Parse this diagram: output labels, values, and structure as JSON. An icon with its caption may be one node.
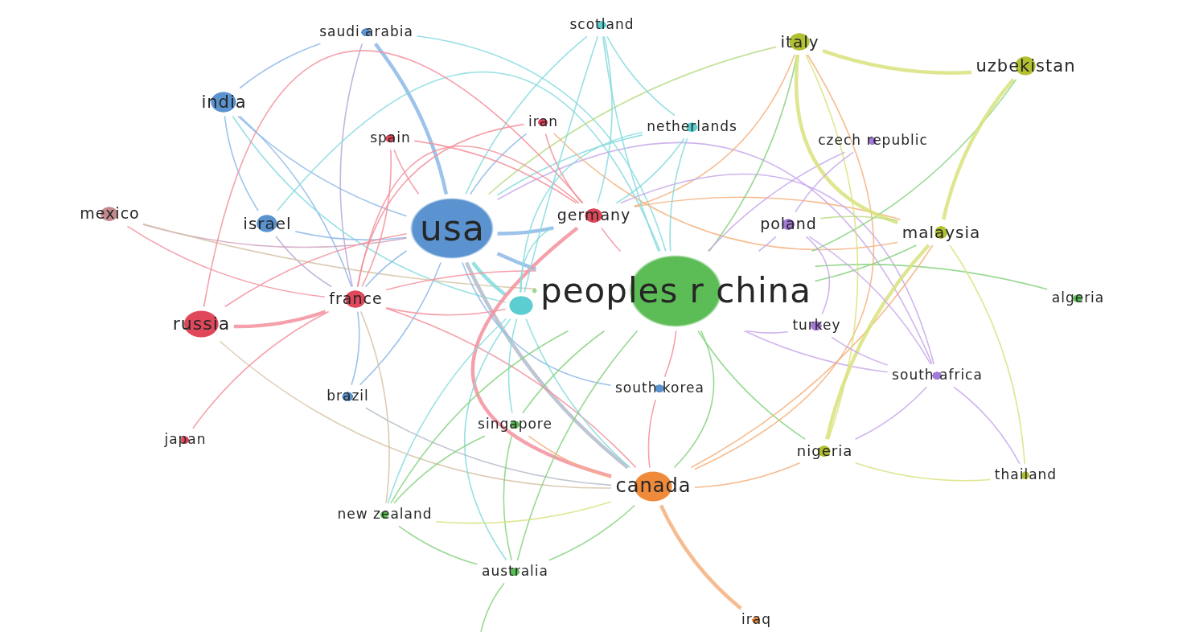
{
  "diagram": {
    "nodes": [
      {
        "text": [
          "scotland"
        ]
      },
      {
        "text": [
          "saudi arabia"
        ]
      },
      {
        "text": [
          "italy"
        ]
      },
      {
        "text": [
          "uzbekistan"
        ]
      },
      {
        "text": [
          "india"
        ]
      },
      {
        "text": [
          "iran"
        ]
      },
      {
        "text": [
          "netherlands"
        ]
      },
      {
        "text": [
          "spain"
        ]
      },
      {
        "text": [
          "czech republic"
        ]
      },
      {
        "text": [
          "mexico"
        ]
      },
      {
        "text": [
          "germany"
        ]
      },
      {
        "text": [
          "israel"
        ]
      },
      {
        "text": [
          "poland"
        ]
      },
      {
        "text": [
          "usa"
        ]
      },
      {
        "text": [
          "malaysia"
        ]
      },
      {
        "text": [
          "peoples r china"
        ]
      },
      {
        "text": [
          "algeria"
        ]
      },
      {
        "text": [
          "france"
        ]
      },
      {
        "text": [],
        "shape": "circle"
      },
      {
        "text": [
          "russia"
        ]
      },
      {
        "text": [
          "turkey"
        ]
      },
      {
        "text": [
          "south africa"
        ]
      },
      {
        "text": [
          "south korea"
        ]
      },
      {
        "text": [
          "brazil"
        ]
      },
      {
        "text": [
          "singapore"
        ]
      },
      {
        "text": [
          "japan"
        ]
      },
      {
        "text": [
          "nigeria"
        ]
      },
      {
        "text": [
          "thailand"
        ]
      },
      {
        "text": [
          "canada"
        ]
      },
      {
        "text": [
          "new zealand"
        ]
      },
      {
        "text": [
          "australia"
        ]
      },
      {
        "text": [
          "iraq"
        ]
      }
    ],
    "edges": [
      {
        "from": 1,
        "to": 13,
        "arrow": "none",
        "style": "thick",
        "color": "#8cb8e8"
      },
      {
        "from": 1,
        "to": 4,
        "arrow": "none",
        "color": "#8cb8e8"
      },
      {
        "from": 1,
        "to": 17,
        "arrow": "none",
        "color": "#b9a8d8"
      },
      {
        "from": 1,
        "to": 15,
        "arrow": "none",
        "color": "#86dade"
      },
      {
        "from": 4,
        "to": 13,
        "arrow": "none",
        "color": "#8cb8e8"
      },
      {
        "from": 4,
        "to": 11,
        "arrow": "none",
        "color": "#8cb8e8"
      },
      {
        "from": 4,
        "to": 17,
        "arrow": "none",
        "color": "#8cb8e8"
      },
      {
        "from": 4,
        "to": 18,
        "arrow": "none",
        "color": "#86dade"
      },
      {
        "from": 11,
        "to": 13,
        "arrow": "none",
        "color": "#8cb8e8"
      },
      {
        "from": 11,
        "to": 17,
        "arrow": "none",
        "color": "#b9a8d8"
      },
      {
        "from": 11,
        "to": 15,
        "arrow": "none",
        "color": "#86dade"
      },
      {
        "from": 9,
        "to": 13,
        "arrow": "none",
        "color": "#cfa4bf"
      },
      {
        "from": 9,
        "to": 17,
        "arrow": "none",
        "color": "#f3909c"
      },
      {
        "from": 9,
        "to": 15,
        "arrow": "none",
        "color": "#d6c2a4"
      },
      {
        "from": 13,
        "to": 10,
        "arrow": "none",
        "style": "thick",
        "color": "#8cb8e8"
      },
      {
        "from": 13,
        "to": 15,
        "arrow": "none",
        "style": "thick",
        "color": "#8cb8e8"
      },
      {
        "from": 13,
        "to": 18,
        "arrow": "none",
        "style": "thick",
        "color": "#86dade"
      },
      {
        "from": 13,
        "to": 17,
        "arrow": "none",
        "color": "#8cb8e8"
      },
      {
        "from": 13,
        "to": 28,
        "arrow": "none",
        "style": "thick",
        "color": "#b4bccb"
      },
      {
        "from": 13,
        "to": 23,
        "arrow": "none",
        "color": "#8cb8e8"
      },
      {
        "from": 13,
        "to": 22,
        "arrow": "none",
        "color": "#8cb8e8"
      },
      {
        "from": 7,
        "to": 13,
        "arrow": "none",
        "color": "#f3909c"
      },
      {
        "from": 5,
        "to": 13,
        "arrow": "none",
        "color": "#8cb8e8"
      },
      {
        "from": 19,
        "to": 13,
        "arrow": "none",
        "color": "#f3909c"
      },
      {
        "from": 2,
        "to": 13,
        "arrow": "none",
        "color": "#b8dc86"
      },
      {
        "from": 6,
        "to": 13,
        "arrow": "none",
        "color": "#86dade"
      },
      {
        "from": 0,
        "to": 13,
        "arrow": "none",
        "color": "#86dade"
      },
      {
        "from": 13,
        "to": 21,
        "arrow": "none",
        "color": "#c8a8ea"
      },
      {
        "from": 23,
        "to": 17,
        "arrow": "none",
        "color": "#8cb8e8"
      },
      {
        "from": 23,
        "to": 28,
        "arrow": "none",
        "color": "#b4bccb"
      },
      {
        "from": 22,
        "to": 15,
        "arrow": "none",
        "color": "#f3909c"
      },
      {
        "from": 22,
        "to": 28,
        "arrow": "none",
        "color": "#f3909c"
      },
      {
        "from": 19,
        "to": 17,
        "arrow": "none",
        "style": "thick",
        "color": "#f3909c"
      },
      {
        "from": 19,
        "to": 10,
        "arrow": "none",
        "color": "#f3909c"
      },
      {
        "from": 19,
        "to": 28,
        "arrow": "none",
        "color": "#d6c2a4"
      },
      {
        "from": 17,
        "to": 7,
        "arrow": "none",
        "color": "#f3909c"
      },
      {
        "from": 17,
        "to": 10,
        "arrow": "none",
        "color": "#f3909c"
      },
      {
        "from": 17,
        "to": 15,
        "arrow": "none",
        "color": "#f3909c"
      },
      {
        "from": 17,
        "to": 18,
        "arrow": "none",
        "color": "#f3909c"
      },
      {
        "from": 17,
        "to": 28,
        "arrow": "none",
        "color": "#f3909c"
      },
      {
        "from": 17,
        "to": 25,
        "arrow": "none",
        "color": "#f3909c"
      },
      {
        "from": 5,
        "to": 17,
        "arrow": "none",
        "color": "#f3909c"
      },
      {
        "from": 5,
        "to": 10,
        "arrow": "none",
        "color": "#f3909c"
      },
      {
        "from": 5,
        "to": 14,
        "arrow": "none",
        "color": "#f5b07c"
      },
      {
        "from": 7,
        "to": 10,
        "arrow": "none",
        "color": "#f3909c"
      },
      {
        "from": 10,
        "to": 15,
        "arrow": "none",
        "color": "#f3909c"
      },
      {
        "from": 10,
        "to": 28,
        "arrow": "none",
        "style": "thick",
        "color": "#f3909c"
      },
      {
        "from": 10,
        "to": 6,
        "arrow": "none",
        "color": "#86dade"
      },
      {
        "from": 10,
        "to": 2,
        "arrow": "none",
        "color": "#f5b07c"
      },
      {
        "from": 10,
        "to": 14,
        "arrow": "none",
        "color": "#f5b07c"
      },
      {
        "from": 10,
        "to": 21,
        "arrow": "none",
        "color": "#c8a8ea"
      },
      {
        "from": 10,
        "to": 0,
        "arrow": "none",
        "color": "#86dade"
      },
      {
        "from": 10,
        "to": 18,
        "arrow": "none",
        "color": "#86dade"
      },
      {
        "from": 0,
        "to": 6,
        "arrow": "none",
        "color": "#86dade"
      },
      {
        "from": 0,
        "to": 18,
        "arrow": "none",
        "color": "#86dade"
      },
      {
        "from": 0,
        "to": 15,
        "arrow": "none",
        "color": "#86dade"
      },
      {
        "from": 6,
        "to": 18,
        "arrow": "none",
        "color": "#86dade"
      },
      {
        "from": 6,
        "to": 15,
        "arrow": "none",
        "color": "#86dade"
      },
      {
        "from": 18,
        "to": 15,
        "arrow": "none",
        "style": "thick",
        "color": "#86d27f"
      },
      {
        "from": 18,
        "to": 24,
        "arrow": "none",
        "color": "#86dade"
      },
      {
        "from": 18,
        "to": 28,
        "arrow": "none",
        "color": "#86dade"
      },
      {
        "from": 18,
        "to": 29,
        "arrow": "none",
        "color": "#86dade"
      },
      {
        "from": 18,
        "to": 30,
        "arrow": "none",
        "color": "#86dade"
      },
      {
        "from": 15,
        "to": 16,
        "arrow": "none",
        "color": "#86d27f"
      },
      {
        "from": 15,
        "to": 28,
        "arrow": "none",
        "color": "#86d27f"
      },
      {
        "from": 15,
        "to": 2,
        "arrow": "none",
        "color": "#86d27f"
      },
      {
        "from": 15,
        "to": 14,
        "arrow": "none",
        "color": "#86d27f"
      },
      {
        "from": 15,
        "to": 24,
        "arrow": "none",
        "color": "#86d27f"
      },
      {
        "from": 15,
        "to": 29,
        "arrow": "none",
        "color": "#86d27f"
      },
      {
        "from": 15,
        "to": 30,
        "arrow": "none",
        "color": "#86d27f"
      },
      {
        "from": 15,
        "to": 26,
        "arrow": "none",
        "color": "#86d27f"
      },
      {
        "from": 15,
        "to": 20,
        "arrow": "none",
        "color": "#c8a8ea"
      },
      {
        "from": 15,
        "to": 21,
        "arrow": "none",
        "color": "#c8a8ea"
      },
      {
        "from": 15,
        "to": 12,
        "arrow": "none",
        "color": "#c8a8ea"
      },
      {
        "from": 15,
        "to": 3,
        "arrow": "none",
        "color": "#86d27f"
      },
      {
        "from": 8,
        "to": 15,
        "arrow": "none",
        "color": "#c8a8ea"
      },
      {
        "from": 24,
        "to": 29,
        "arrow": "none",
        "color": "#86d27f"
      },
      {
        "from": 24,
        "to": 28,
        "arrow": "none",
        "color": "#f5b07c"
      },
      {
        "from": 24,
        "to": 30,
        "arrow": "none",
        "color": "#86d27f"
      },
      {
        "from": 29,
        "to": 30,
        "arrow": "none",
        "color": "#86d27f"
      },
      {
        "from": 29,
        "to": 28,
        "arrow": "none",
        "color": "#d9e27c"
      },
      {
        "from": 29,
        "to": 17,
        "arrow": "none",
        "color": "#d6c2a4"
      },
      {
        "from": 30,
        "to": 28,
        "arrow": "none",
        "color": "#86d27f"
      },
      {
        "from": 30,
        "to": null,
        "arrow": "none",
        "color": "#86d27f"
      },
      {
        "from": 28,
        "to": 31,
        "arrow": "none",
        "style": "thick",
        "color": "#f5b07c"
      },
      {
        "from": 28,
        "to": 26,
        "arrow": "none",
        "color": "#f5b07c"
      },
      {
        "from": 28,
        "to": 14,
        "arrow": "none",
        "color": "#f5b07c"
      },
      {
        "from": 28,
        "to": 2,
        "arrow": "none",
        "color": "#f5b07c"
      },
      {
        "from": 2,
        "to": 3,
        "arrow": "none",
        "style": "thick",
        "color": "#d9e27c"
      },
      {
        "from": 2,
        "to": 14,
        "arrow": "none",
        "style": "thick",
        "color": "#d9e27c"
      },
      {
        "from": 2,
        "to": 26,
        "arrow": "none",
        "color": "#d9e27c"
      },
      {
        "from": 3,
        "to": 14,
        "arrow": "none",
        "style": "thick",
        "color": "#d9e27c"
      },
      {
        "from": 14,
        "to": 26,
        "arrow": "none",
        "style": "thick",
        "color": "#d9e27c"
      },
      {
        "from": 14,
        "to": 27,
        "arrow": "none",
        "color": "#d9e27c"
      },
      {
        "from": 14,
        "to": 12,
        "arrow": "none",
        "color": "#b8dc86"
      },
      {
        "from": 26,
        "to": 27,
        "arrow": "none",
        "color": "#d9e27c"
      },
      {
        "from": 26,
        "to": 21,
        "arrow": "none",
        "color": "#c8a8ea"
      },
      {
        "from": 27,
        "to": 21,
        "arrow": "none",
        "color": "#c8a8ea"
      },
      {
        "from": 20,
        "to": 21,
        "arrow": "none",
        "color": "#c8a8ea"
      },
      {
        "from": 12,
        "to": 21,
        "arrow": "none",
        "color": "#c8a8ea"
      },
      {
        "from": 8,
        "to": 12,
        "arrow": "none",
        "color": "#c8a8ea"
      },
      {
        "from": 12,
        "to": 20,
        "arrow": "none",
        "color": "#c8a8ea"
      }
    ]
  }
}
